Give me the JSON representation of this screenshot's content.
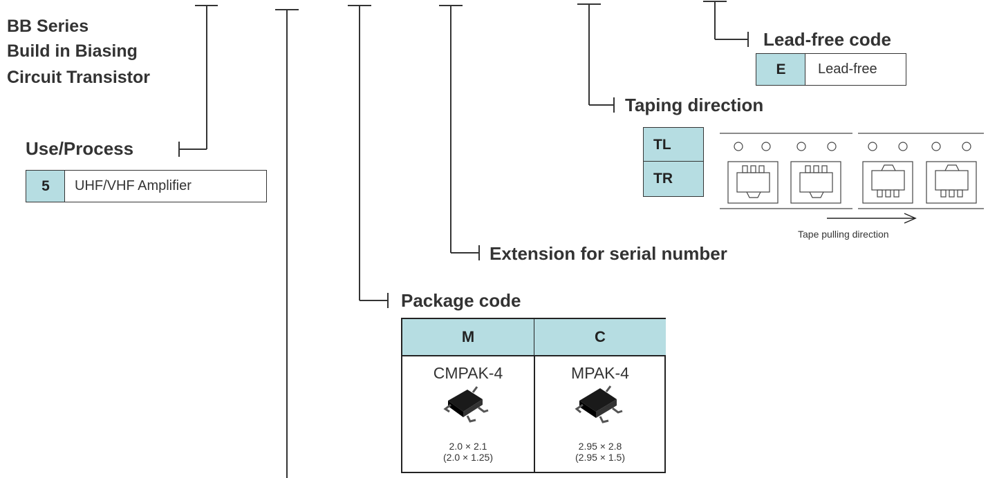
{
  "title": {
    "line1": "BB Series",
    "line2": "Build in Biasing",
    "line3": "Circuit Transistor"
  },
  "use_process": {
    "heading": "Use/Process",
    "code": "5",
    "description": "UHF/VHF Amplifier"
  },
  "lead_free": {
    "heading": "Lead-free code",
    "code": "E",
    "description": "Lead-free"
  },
  "taping": {
    "heading": "Taping direction",
    "codes": [
      "TL",
      "TR"
    ],
    "pulling_label": "Tape pulling direction"
  },
  "extension": {
    "heading": "Extension for serial number"
  },
  "package": {
    "heading": "Package code",
    "columns": [
      {
        "code": "M",
        "name": "CMPAK-4",
        "dim1": "2.0 × 2.1",
        "dim2": "(2.0 × 1.25)"
      },
      {
        "code": "C",
        "name": "MPAK-4",
        "dim1": "2.95 × 2.8",
        "dim2": "(2.95 × 1.5)"
      }
    ]
  },
  "colors": {
    "code_fill": "#b6dde2",
    "line": "#333333",
    "text": "#2b2b2b"
  }
}
